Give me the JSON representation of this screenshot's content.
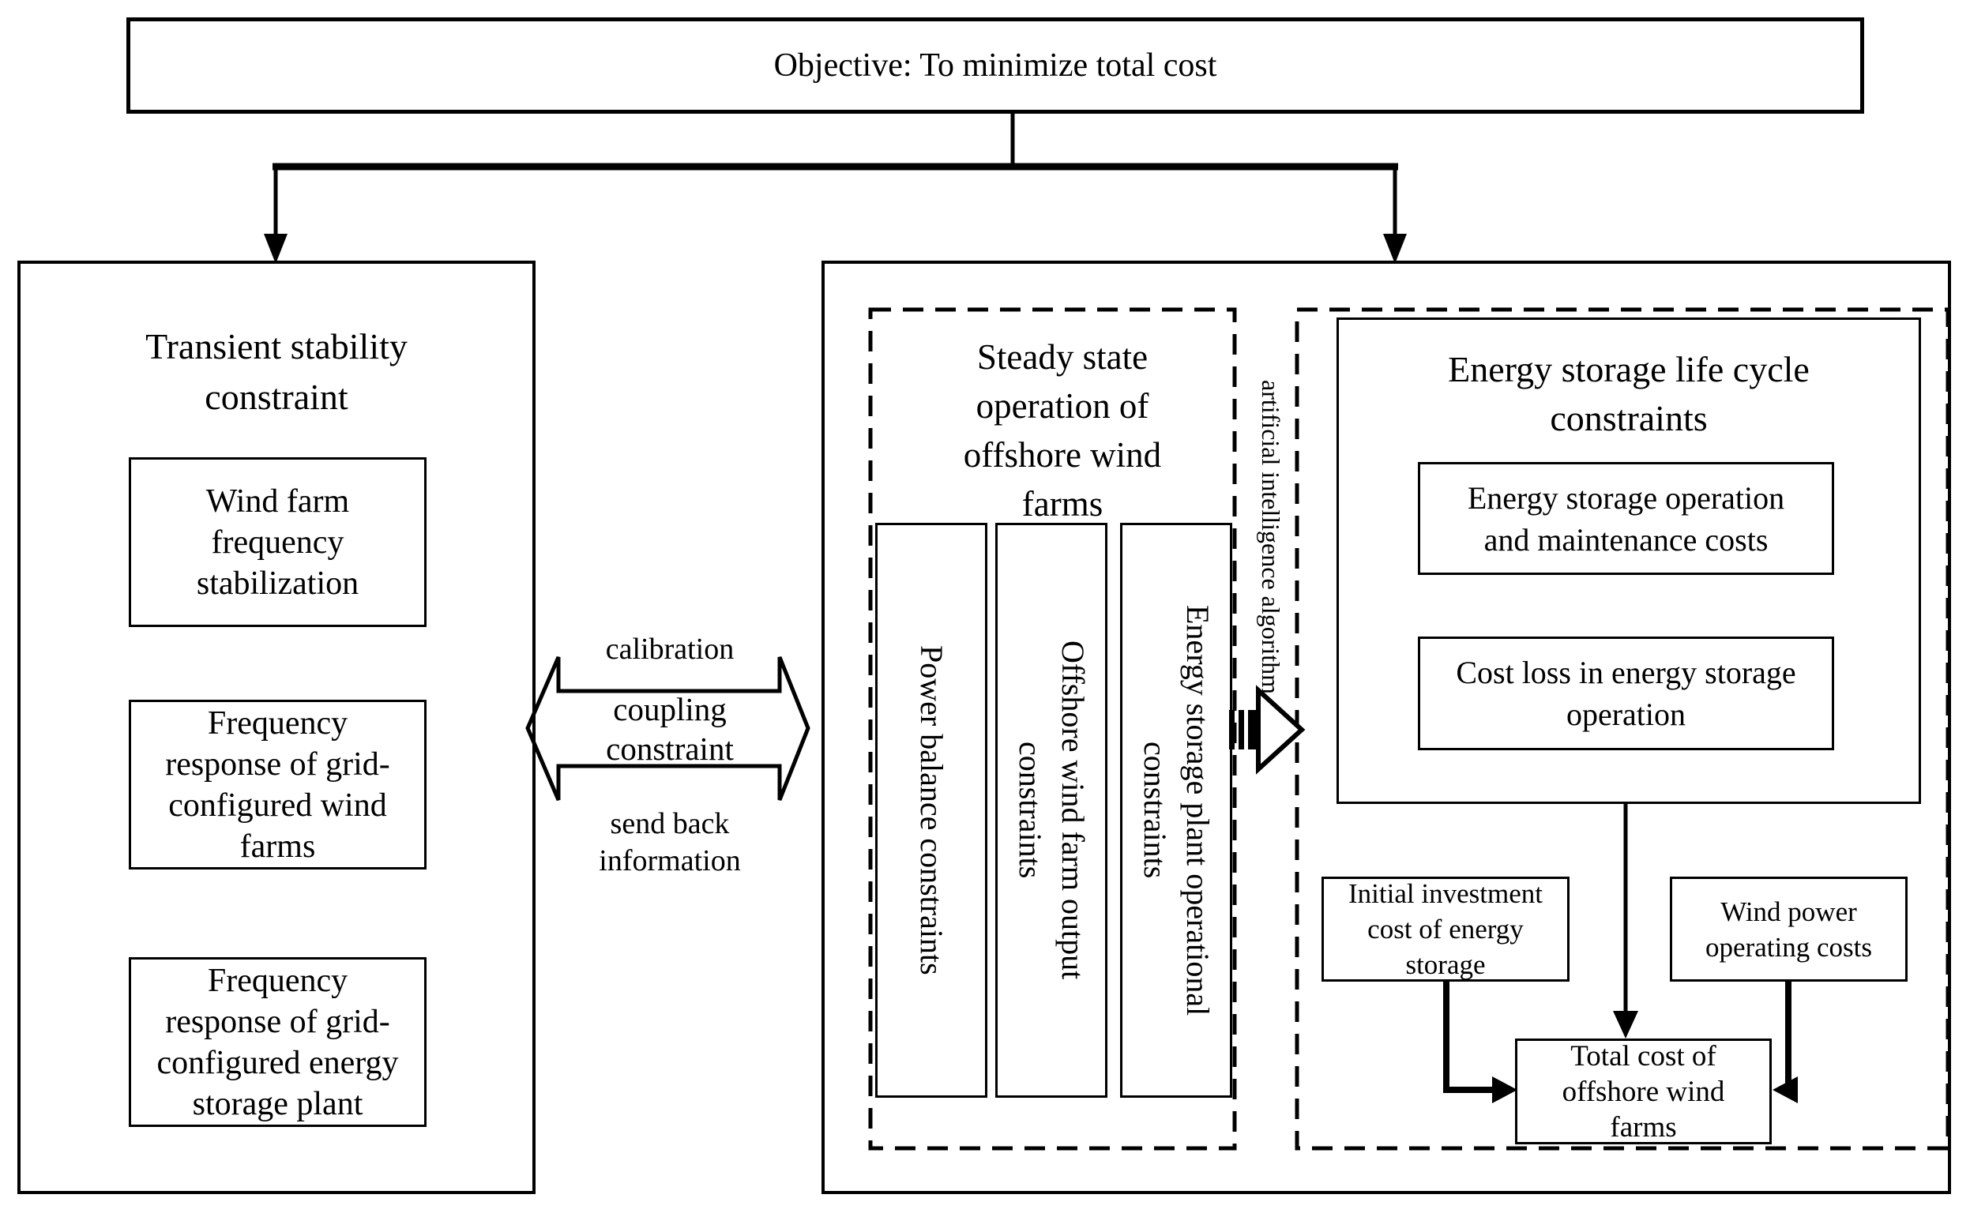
{
  "colors": {
    "ink": "#000000",
    "paper": "#ffffff"
  },
  "objective": {
    "label": "Objective: To minimize total cost"
  },
  "transient_panel": {
    "title_lines": [
      "Transient stability",
      "constraint"
    ],
    "boxes": [
      {
        "lines": [
          "Wind farm",
          "frequency",
          "stabilization"
        ]
      },
      {
        "lines": [
          "Frequency",
          "response of grid-",
          "configured wind",
          "farms"
        ]
      },
      {
        "lines": [
          "Frequency",
          "response of grid-",
          "configured energy",
          "storage plant"
        ]
      }
    ]
  },
  "coupling_link": {
    "top_label": "calibration",
    "arrow_lines": [
      "coupling",
      "constraint"
    ],
    "bottom_lines": [
      "send back",
      "information"
    ]
  },
  "steady_panel": {
    "title_lines": [
      "Steady state",
      "operation of",
      "offshore wind",
      "farms"
    ],
    "vertical_boxes": [
      {
        "lines": [
          "Power balance constraints"
        ]
      },
      {
        "lines": [
          "Offshore wind farm output",
          "constraints"
        ]
      },
      {
        "lines": [
          "Energy storage plant operational",
          "constraints"
        ]
      }
    ]
  },
  "ai_link": {
    "label": "artificial intelligence algorithm"
  },
  "lifecycle_panel": {
    "title_lines": [
      "Energy storage life cycle",
      "constraints"
    ],
    "boxes": [
      {
        "lines": [
          "Energy storage operation",
          "and maintenance costs"
        ]
      },
      {
        "lines": [
          "Cost loss in energy storage",
          "operation"
        ]
      }
    ]
  },
  "cost_flow": {
    "initial_investment_lines": [
      "Initial investment",
      "cost of energy",
      "storage"
    ],
    "wind_power_lines": [
      "Wind power",
      "operating costs"
    ],
    "total_cost_lines": [
      "Total cost of",
      "offshore wind",
      "farms"
    ]
  },
  "icons": {
    "branch_down_arrow": "▼",
    "coupling_double_arrow": "⇔",
    "ai_block_arrow": "⇨",
    "flow_down_arrow": "▼",
    "flow_right_arrow": "►",
    "flow_left_arrow": "◄"
  }
}
